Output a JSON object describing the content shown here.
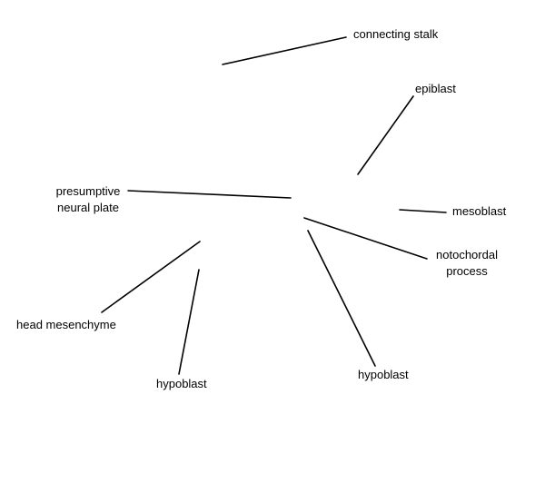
{
  "diagram": {
    "labels": {
      "connecting_stalk": "connecting stalk",
      "epiblast": "epiblast",
      "presumptive_neural_plate_line1": "presumptive",
      "presumptive_neural_plate_line2": "neural plate",
      "mesoblast": "mesoblast",
      "notochordal_process_line1": "notochordal",
      "notochordal_process_line2": "process",
      "head_mesenchyme": "head mesenchyme",
      "hypoblast_left": "hypoblast",
      "hypoblast_right": "hypoblast"
    }
  }
}
